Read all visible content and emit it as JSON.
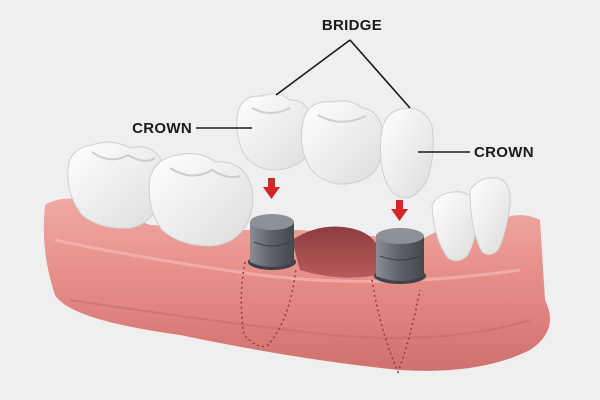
{
  "labels": {
    "bridge": "BRIDGE",
    "crown_left": "CROWN",
    "crown_right": "CROWN"
  },
  "colors": {
    "background": "#efefef",
    "gum": "#e8938f",
    "gum_dark": "#c9706c",
    "gum_light": "#f3b1ab",
    "tooth": "#ffffff",
    "tooth_shade": "#e2e2e2",
    "abutment": "#6e7278",
    "arrow": "#d32626",
    "line": "#1a1a1a"
  }
}
